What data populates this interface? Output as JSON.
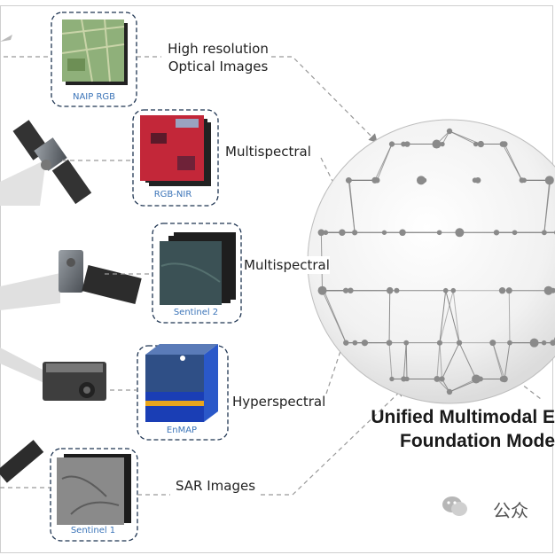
{
  "sources": [
    {
      "caption": "NAIP RGB",
      "label_lines": [
        "High resolution",
        "Optical Images"
      ]
    },
    {
      "caption": "RGB-NIR",
      "label_lines": [
        "Multispectral"
      ]
    },
    {
      "caption": "Sentinel 2",
      "label_lines": [
        "Multispectral"
      ]
    },
    {
      "caption": "EnMAP",
      "label_lines": [
        "Hyperspectral"
      ]
    },
    {
      "caption": "Sentinel 1",
      "label_lines": [
        "SAR Images"
      ]
    }
  ],
  "model": {
    "title_line1": "Unified Multimodal E",
    "title_line2": "Foundation Mode"
  },
  "watermark": {
    "text": "公众"
  },
  "colors": {
    "caption_blue": "#3b74b8",
    "tile_frame": "#1f3552",
    "arrow": "#888888"
  }
}
